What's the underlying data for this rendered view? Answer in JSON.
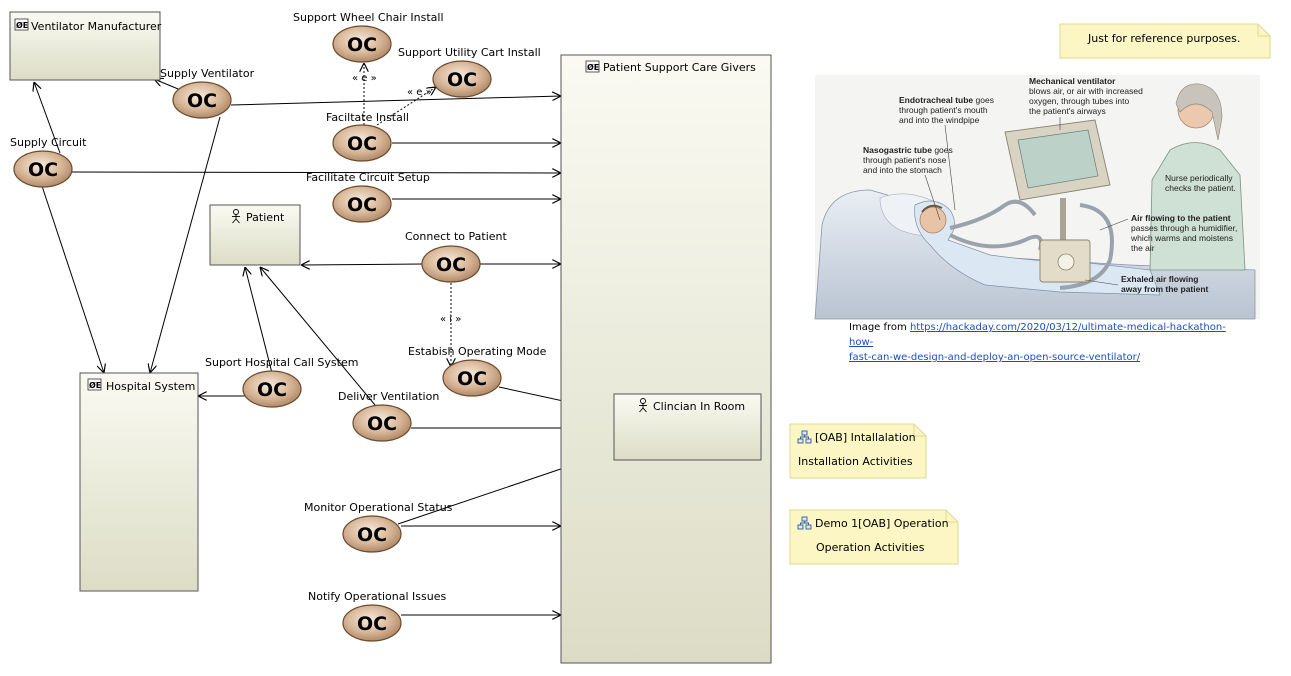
{
  "entities": {
    "ventilator_manufacturer": "Ventilator Manufacturer",
    "patient_support_care_givers": "Patient Support Care Givers",
    "patient": "Patient",
    "hospital_system": "Hospital System",
    "clinician_in_room": "Clincian In Room"
  },
  "entity_icon": "ØE",
  "capability_badge": "OC",
  "capabilities": {
    "support_wheel_chair_install": "Support Wheel Chair Install",
    "support_utility_cart_install": "Support Utility Cart Install",
    "supply_ventilator": "Supply Ventilator",
    "facilitate_install": "Faciltate Install",
    "supply_circuit": "Supply Circuit",
    "facilitate_circuit_setup": "Facilitate Circuit Setup",
    "connect_to_patient": "Connect to Patient",
    "establish_operating_mode": "Estabish Operating Mode",
    "support_hospital_call_system": "Suport Hospital Call System",
    "deliver_ventilation": "Deliver Ventilation",
    "monitor_operational_status": "Monitor Operational Status",
    "notify_operational_issues": "Notify Operational Issues"
  },
  "stereotypes": {
    "extends_1": "« e »",
    "extends_2": "« e »",
    "includes": "« i »"
  },
  "notes": {
    "reference": "Just for reference purposes.",
    "oab_installation_title": "[OAB] Intallalation",
    "oab_installation_body": "Installation Activities",
    "oab_operation_title": "Demo 1[OAB] Operation",
    "oab_operation_body": "Operation Activities"
  },
  "illustration": {
    "endotracheal_bold": "Endotracheal tube",
    "endotracheal_rest1": " goes",
    "endotracheal_rest2": "through patient's mouth",
    "endotracheal_rest3": "and into the windpipe",
    "mechanical_bold": "Mechanical ventilator",
    "mechanical_rest1": "blows air, or air with increased",
    "mechanical_rest2": "oxygen, through tubes into",
    "mechanical_rest3": "the patient's airways",
    "nasogastric_bold": "Nasogastric tube",
    "nasogastric_rest1": " goes",
    "nasogastric_rest2": "through patient's nose",
    "nasogastric_rest3": "and into the stomach",
    "nurse1": "Nurse periodically",
    "nurse2": "checks the patient.",
    "airflow_bold": "Air flowing to the patient",
    "airflow_rest1": "passes through a humidifier,",
    "airflow_rest2": "which warms and moistens",
    "airflow_rest3": "the air",
    "exhaled_bold1": "Exhaled air flowing",
    "exhaled_bold2": "away from the patient"
  },
  "caption": {
    "prefix": "Image from ",
    "link_line1": "https://hackaday.com/2020/03/12/ultimate-medical-hackathon-how-",
    "link_line2": "fast-can-we-design-and-deploy-an-open-source-ventilator/"
  },
  "colors": {
    "entity_fill_top": "#f8f8f0",
    "entity_fill_bottom": "#dcdcc8",
    "capability_fill": "#c8a888",
    "note_fill": "#fbf6c4",
    "note_border": "#e0d890",
    "link": "#1a4fc4"
  }
}
